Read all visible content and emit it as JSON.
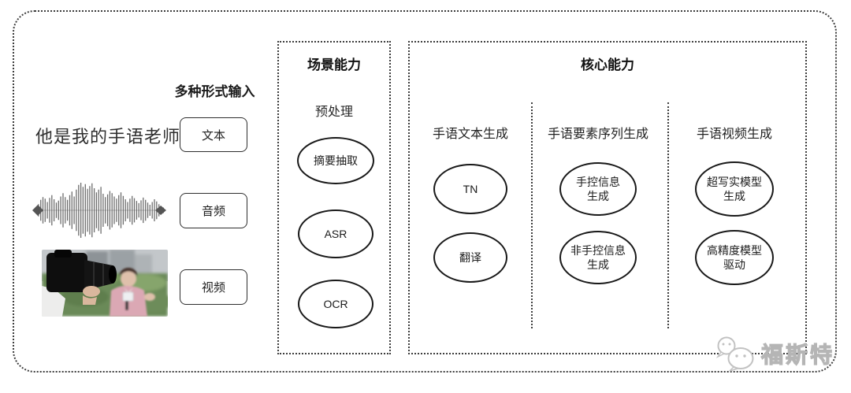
{
  "input": {
    "header": "多种形式输入",
    "sample_text": "他是我的手语老师",
    "text_label": "文本",
    "audio_label": "音频",
    "video_label": "视频",
    "waveform_icon": "audio-waveform-icon",
    "photo_icon": "reporter-video-thumbnail"
  },
  "scene": {
    "title": "场景能力",
    "subtitle": "预处理",
    "nodes": [
      {
        "label": "摘要抽取"
      },
      {
        "label": "ASR"
      },
      {
        "label": "OCR"
      }
    ]
  },
  "core": {
    "title": "核心能力",
    "columns": [
      {
        "header": "手语文本生成",
        "nodes": [
          {
            "label": "TN"
          },
          {
            "label": "翻译"
          }
        ]
      },
      {
        "header": "手语要素序列生成",
        "nodes": [
          {
            "label": "手控信息生成"
          },
          {
            "label": "非手控信息生成"
          }
        ]
      },
      {
        "header": "手语视频生成",
        "nodes": [
          {
            "label": "超写实模型生成"
          },
          {
            "label": "高精度模型驱动"
          }
        ]
      }
    ]
  },
  "watermark": {
    "text": "福斯特",
    "icon": "wechat-icon"
  },
  "colors": {
    "line": "#3d3d3d",
    "node_stroke": "#181818",
    "watermark": "#b5b5b5"
  }
}
